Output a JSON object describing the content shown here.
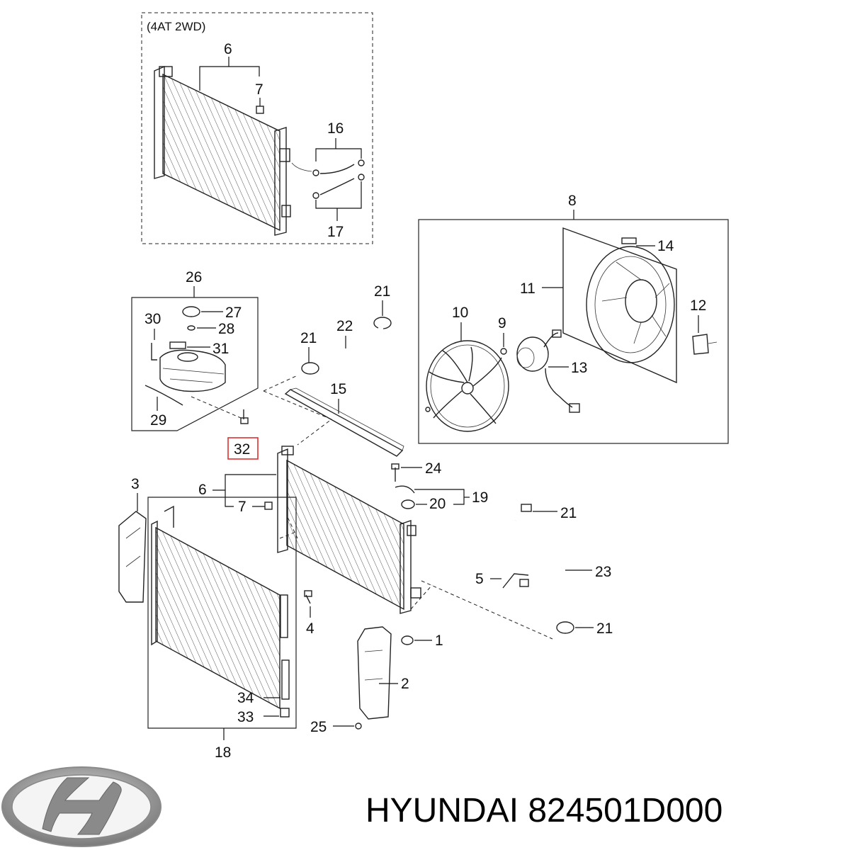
{
  "diagram": {
    "inset_note": "(4AT 2WD)",
    "callouts": {
      "c6_top": "6",
      "c7_top": "7",
      "c16": "16",
      "c17": "17",
      "c8": "8",
      "c14": "14",
      "c11": "11",
      "c12": "12",
      "c10": "10",
      "c9": "9",
      "c13": "13",
      "c26": "26",
      "c27": "27",
      "c28": "28",
      "c30": "30",
      "c31": "31",
      "c29": "29",
      "c21_a": "21",
      "c21_b": "21",
      "c22": "22",
      "c15": "15",
      "c32": "32",
      "c24": "24",
      "c19": "19",
      "c20": "20",
      "c6_mid": "6",
      "c7_mid": "7",
      "c3": "3",
      "c4": "4",
      "c1": "1",
      "c2": "2",
      "c5": "5",
      "c23": "23",
      "c21_c": "21",
      "c21_d": "21",
      "c34": "34",
      "c33": "33",
      "c25": "25",
      "c18": "18"
    },
    "highlight_color": "#e03030"
  },
  "brand": {
    "text": "HYUNDAI 824501D000",
    "logo_color": "#8a8a8a"
  }
}
